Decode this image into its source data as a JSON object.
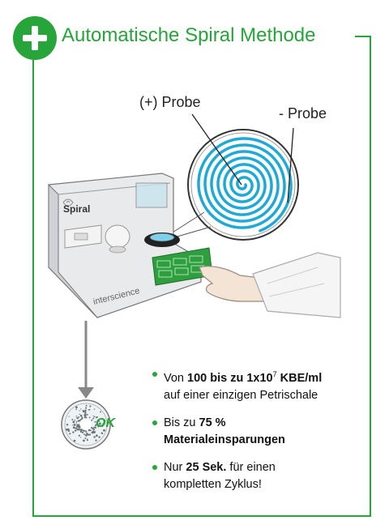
{
  "header": {
    "title": "Automatische Spiral Methode"
  },
  "labels": {
    "plus_probe": "(+) Probe",
    "minus_probe": "- Probe",
    "ok": "OK"
  },
  "device": {
    "brand": "Spiral",
    "maker": "interscience"
  },
  "colors": {
    "accent": "#27a43a",
    "spiral": "#1fa9d6"
  },
  "bullets": [
    {
      "pre": "Von ",
      "b1": "100 bis zu 1x10",
      "sup": "7",
      "b2": " KBE/ml",
      "rest": "auf einer einzigen Petrischale"
    },
    {
      "pre": "Bis zu ",
      "b1": "75 %",
      "b2": "Materialeinsparungen"
    },
    {
      "pre": "Nur ",
      "b1": "25 Sek.",
      "rest1": " für einen",
      "rest": "kompletten Zyklus!"
    }
  ]
}
